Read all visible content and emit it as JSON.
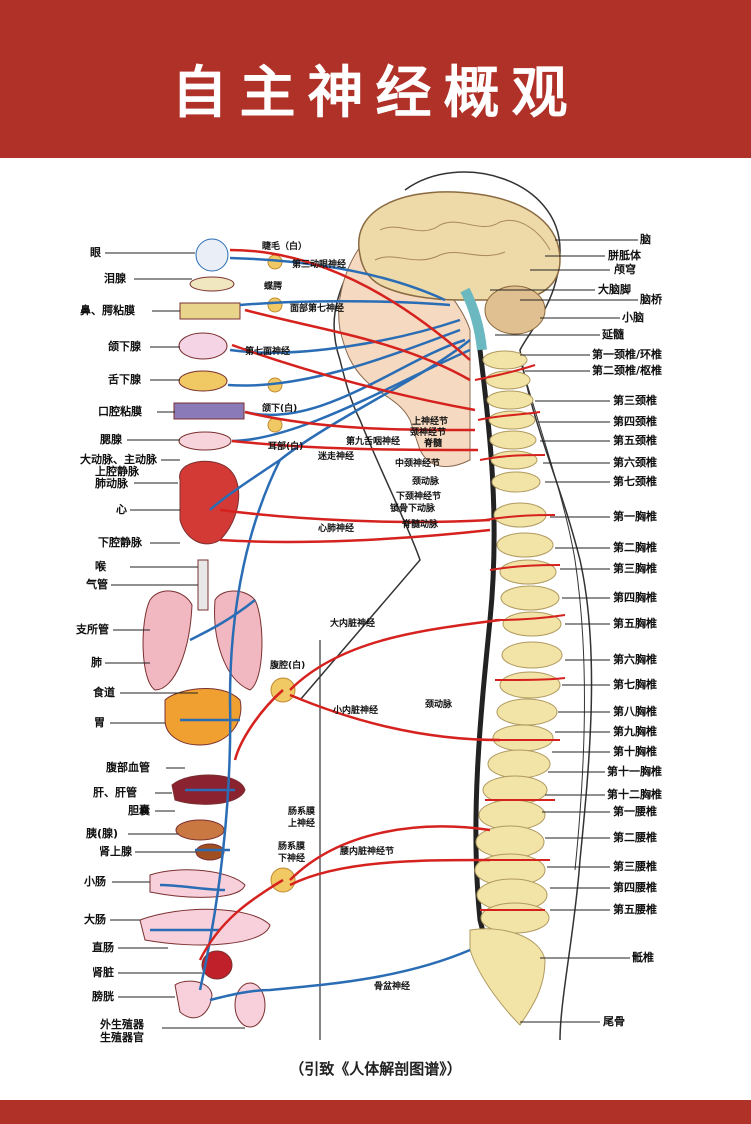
{
  "title": "自主神经概观",
  "caption": "（引致《人体解剖图谱》）",
  "colors": {
    "banner": "#b03127",
    "sympathetic": "#d6221e",
    "parasympathetic": "#2a6db5",
    "bone": "#f2e3a6"
  },
  "left_labels": [
    "眼",
    "泪腺",
    "鼻、腭粘膜",
    "颌下腺",
    "舌下腺",
    "口腔粘膜",
    "腮腺",
    "大动脉、主动脉",
    "上腔静脉",
    "肺动脉",
    "心",
    "下腔静脉",
    "喉",
    "气管",
    "支所管",
    "肺",
    "食道",
    "胃",
    "腹部血管",
    "肝、肝管",
    "胆囊",
    "胰(腺)",
    "肾上腺",
    "小肠",
    "大肠",
    "直肠",
    "肾脏",
    "膀胱",
    "外生殖器",
    "生殖器官"
  ],
  "center_labels": [
    "睫毛（白）",
    "第三动眼神经",
    "蝶腭",
    "面部第七神经",
    "第七面神经",
    "颌下(白)",
    "耳部(白)",
    "第九舌咽神经",
    "迷走神经",
    "上神经节",
    "颈神经节",
    "脊髓",
    "中颈神经节",
    "颈动脉",
    "下颈神经节",
    "锁骨下动脉",
    "脊髓动脉",
    "心肺神经",
    "大内脏神经",
    "腹腔(白)",
    "小内脏神经",
    "颈动脉",
    "肠系膜",
    "上神经",
    "肠系膜",
    "下神经",
    "腰内脏神经节",
    "骨盆神经"
  ],
  "right_labels": [
    "脑",
    "胼胝体",
    "颅穹",
    "大脑脚",
    "脑桥",
    "小脑",
    "延髓",
    "第一颈椎/环椎",
    "第二颈椎/枢椎",
    "第三颈椎",
    "第四颈椎",
    "第五颈椎",
    "第六颈椎",
    "第七颈椎",
    "第一胸椎",
    "第二胸椎",
    "第三胸椎",
    "第四胸椎",
    "第五胸椎",
    "第六胸椎",
    "第七胸椎",
    "第八胸椎",
    "第九胸椎",
    "第十胸椎",
    "第十一胸椎",
    "第十二胸椎",
    "第一腰椎",
    "第二腰椎",
    "第三腰椎",
    "第四腰椎",
    "第五腰椎",
    "骶椎",
    "尾骨"
  ]
}
